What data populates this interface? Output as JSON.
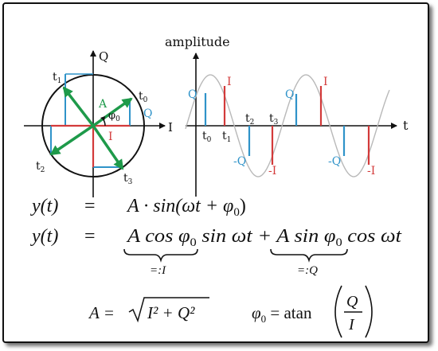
{
  "colors": {
    "axis": "#111111",
    "circle": "#111111",
    "phasor": "#1e9a4a",
    "in_phase": "#d33a3a",
    "quadrature": "#2f93c9",
    "sine": "#b9b9b9"
  },
  "phasor_diagram": {
    "axis_i": "I",
    "axis_q": "Q",
    "amplitude_label": "A",
    "phase_label": "φ",
    "phase_sub": "0",
    "i_label": "I",
    "q_label": "Q",
    "time_labels": {
      "t0": {
        "t": "t",
        "sub": "0"
      },
      "t1": {
        "t": "t",
        "sub": "1"
      },
      "t2": {
        "t": "t",
        "sub": "2"
      },
      "t3": {
        "t": "t",
        "sub": "3"
      }
    }
  },
  "waveform": {
    "y_label": "amplitude",
    "x_label": "t",
    "q_pos": "Q",
    "i_pos": "I",
    "q_neg": "-Q",
    "i_neg": "-I",
    "sample_labels": {
      "t0": {
        "t": "t",
        "sub": "0"
      },
      "t1": {
        "t": "t",
        "sub": "1"
      },
      "t2": {
        "t": "t",
        "sub": "2"
      },
      "t3": {
        "t": "t",
        "sub": "3"
      }
    }
  },
  "equations": {
    "eq1": {
      "lhs": "y(t)",
      "eq": "=",
      "rhs": "A · sin(ωt + φ",
      "rhs_sub": "0",
      "rhs_end": ")"
    },
    "eq2": {
      "lhs": "y(t)",
      "eq": "=",
      "term1_a": "A cos φ",
      "term1_sub": "0",
      "term1_b": " sin ωt + ",
      "term2_a": "A sin φ",
      "term2_sub": "0",
      "term2_b": " cos ωt",
      "brace1_label": "=:I",
      "brace2_label": "=:Q"
    },
    "amplitude": {
      "lhs": "A = ",
      "radicand": "I² + Q²"
    },
    "phase": {
      "lhs": "φ",
      "sub": "0",
      "mid": " = atan",
      "num": "Q",
      "den": "I"
    }
  }
}
